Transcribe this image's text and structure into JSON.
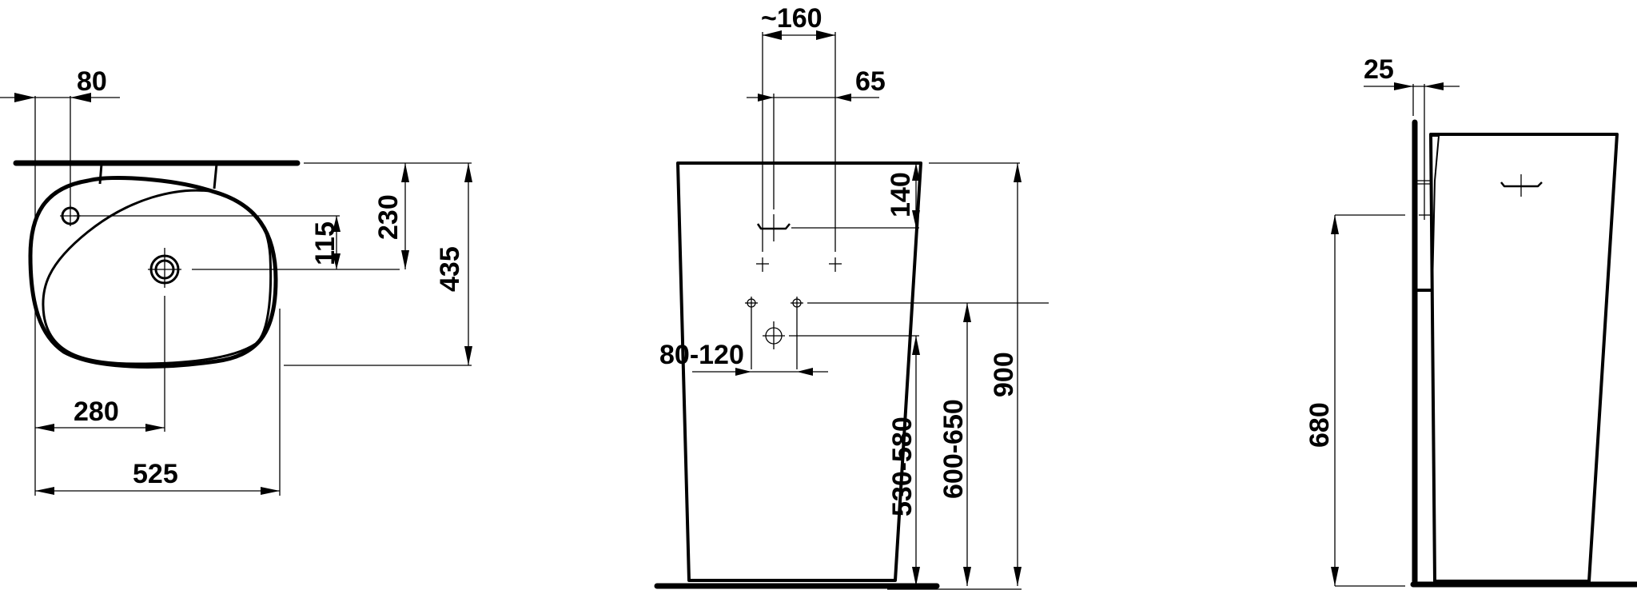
{
  "drawing": {
    "colors": {
      "line": "#000000",
      "background": "#ffffff"
    },
    "views": {
      "top_view": {
        "dims": {
          "overflow_offset": "80",
          "depth_to_tap": "115",
          "depth_to_drain": "230",
          "total_depth": "435",
          "drain_from_left": "280",
          "total_width": "525"
        }
      },
      "front_view": {
        "dims": {
          "supply_spacing": "~160",
          "drain_offset": "65",
          "outlet_drop": "140",
          "valve_spacing": "80-120",
          "drain_height": "530-580",
          "supply_height": "600-650",
          "total_height": "900"
        }
      },
      "side_view": {
        "dims": {
          "wall_gap": "25",
          "mount_height": "680"
        }
      }
    }
  }
}
